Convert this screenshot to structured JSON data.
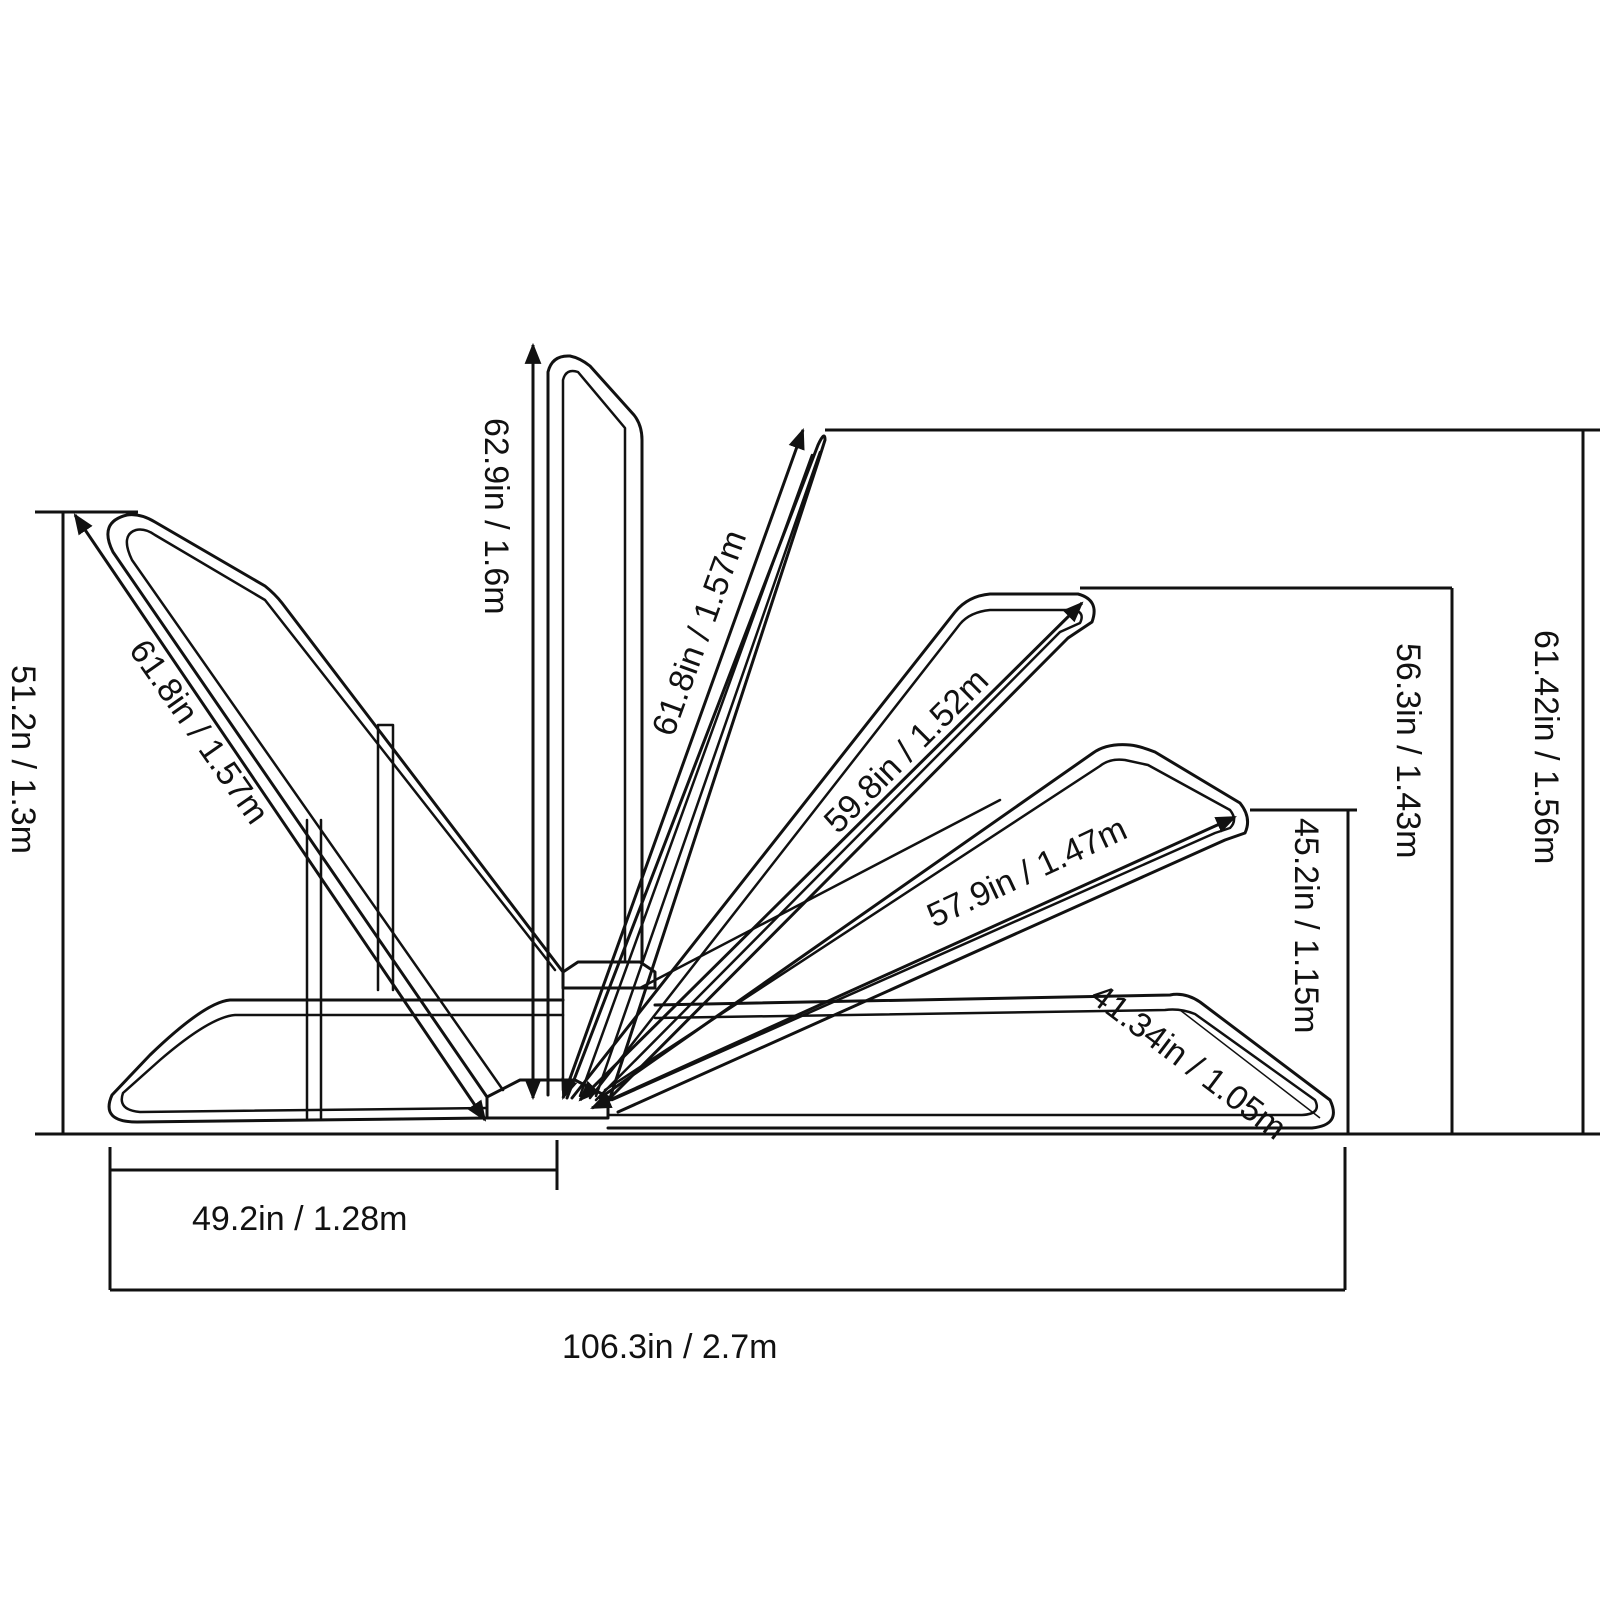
{
  "colors": {
    "line": "#111111",
    "background": "#ffffff"
  },
  "labels": {
    "vertical_arm": "62.9in / 1.6m",
    "arm_left": "61.8in / 1.57m",
    "arm_right_steep": "61.8in / 1.57m",
    "arm_mid": "59.8in / 1.52m",
    "arm_low": "57.9in / 1.47m",
    "base_arm": "41.34in / 1.05m",
    "height_left": "51.2n / 1.3m",
    "height_low": "45.2in / 1.15m",
    "height_mid": "56.3in / 1.43m",
    "height_total": "61.42in / 1.56m",
    "half_width": "49.2in / 1.28m",
    "total_width": "106.3in / 2.7m"
  }
}
